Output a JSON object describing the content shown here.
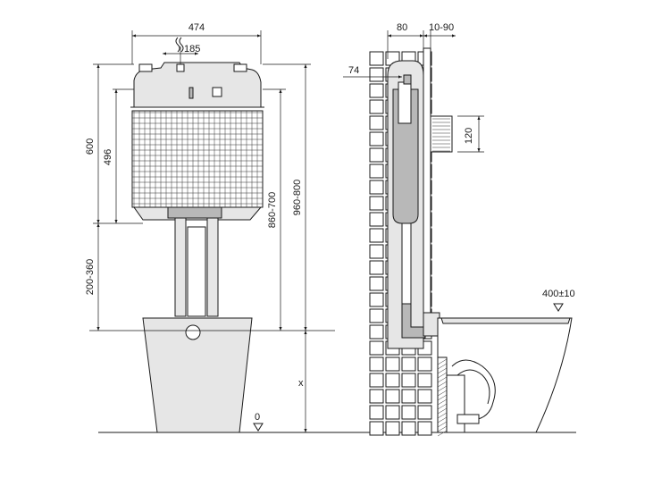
{
  "dimensions": {
    "width_total": "474",
    "flush_center": "185",
    "height_600": "600",
    "height_496": "496",
    "height_200_360": "200-360",
    "height_860_700": "860-700",
    "height_960_800": "960-800",
    "floor_zero": "0",
    "x_label": "x",
    "depth_80": "80",
    "gap_10_90": "10-90",
    "depth_74": "74",
    "pipe_120": "120",
    "bowl_height": "400±10"
  },
  "colors": {
    "line": "#1a1a1a",
    "part_fill": "#e6e6e6",
    "dark_fill": "#b8b8b8"
  }
}
